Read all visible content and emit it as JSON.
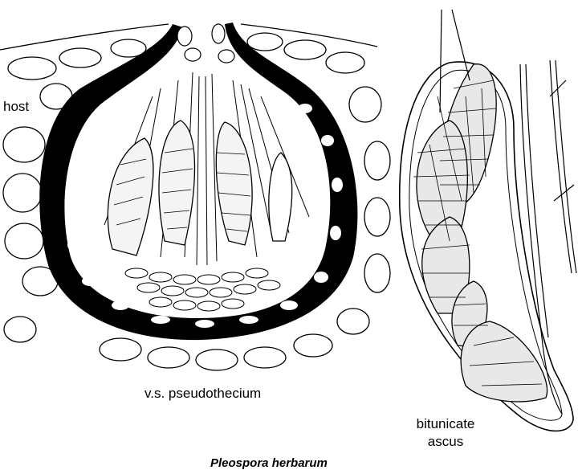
{
  "labels": {
    "host": "host",
    "pseudothecium": "v.s. pseudothecium",
    "bitunicate": "bitunicate",
    "ascus": "ascus",
    "species": "Pleospora herbarum"
  },
  "colors": {
    "ink": "#000000",
    "paper": "#ffffff",
    "cell_fill": "#f4f4f4"
  }
}
